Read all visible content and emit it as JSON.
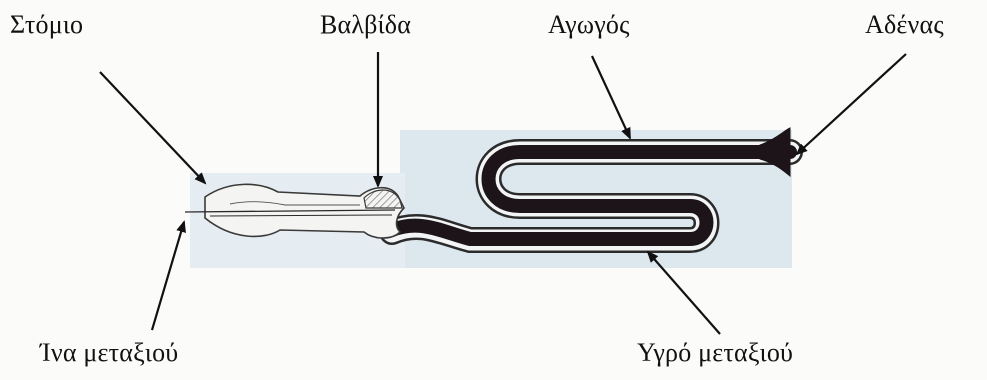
{
  "labels": {
    "stomio": "Στόμιο",
    "valvida": "Βαλβίδα",
    "agogos": "Αγωγός",
    "adenas": "Αδένας",
    "ina": "Ίνα μεταξιού",
    "ygro": "Υγρό μεταξιού"
  },
  "colors": {
    "background_panel": "#dde7ee",
    "duct_outline": "#2a2a2a",
    "silk_fluid": "#1c1418",
    "spinneret_fill": "#f4f4f2",
    "valve_hatch": "#888888",
    "arrow": "#111111"
  }
}
